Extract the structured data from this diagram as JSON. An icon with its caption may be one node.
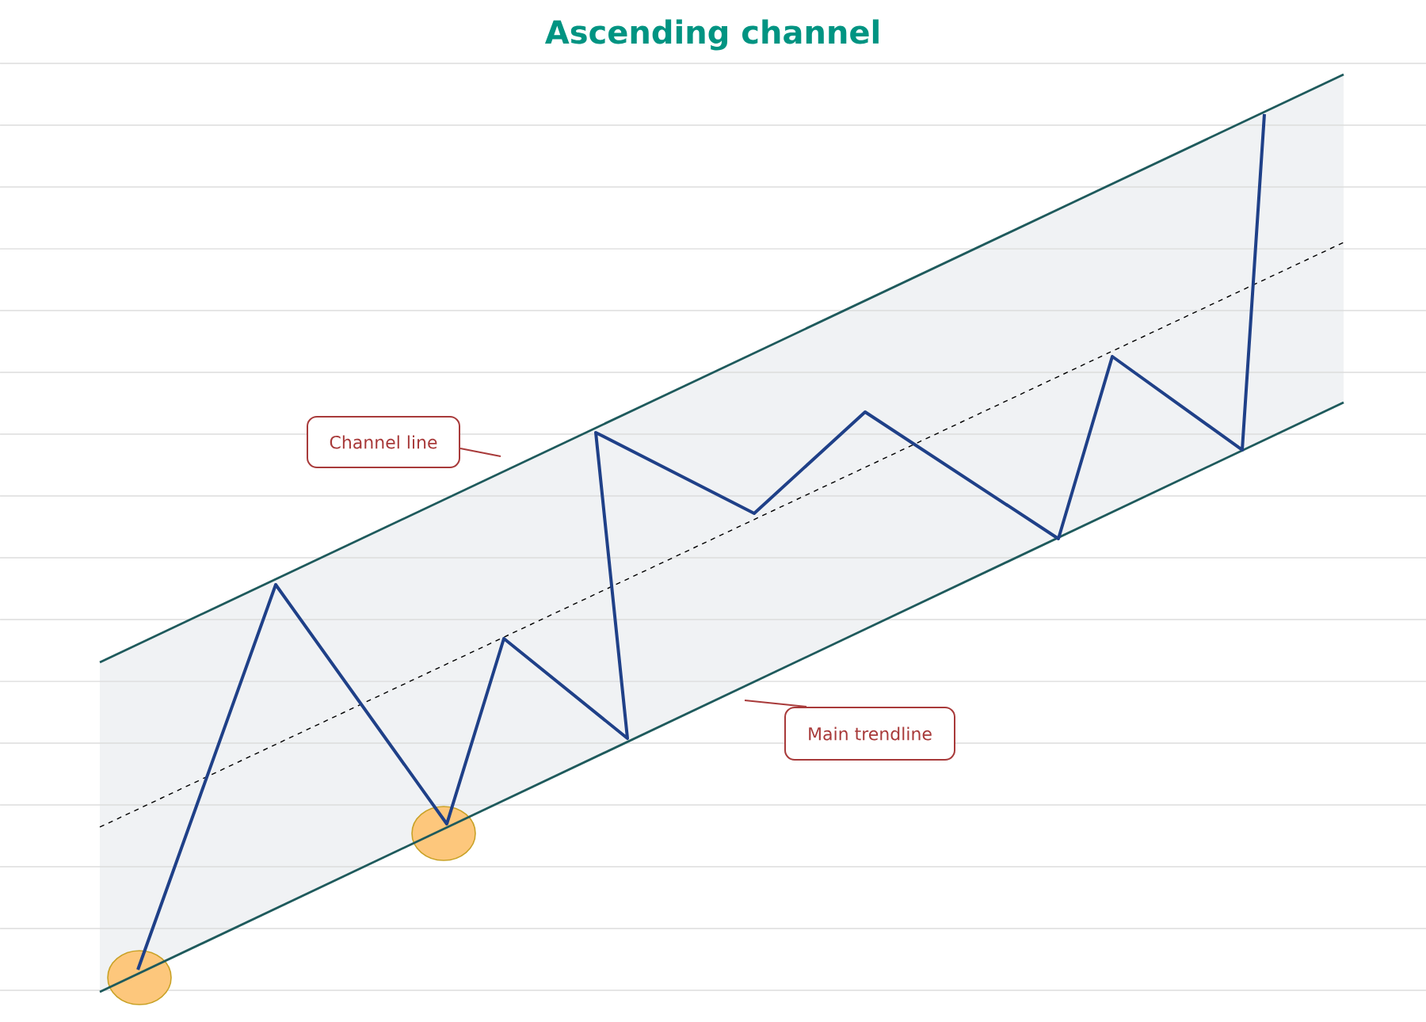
{
  "diagram": {
    "title": "Ascending channel",
    "nodes": [
      {
        "text": [
          "Channel line"
        ]
      },
      {
        "text": [
          "Main trendline"
        ]
      }
    ],
    "edges": [
      {
        "from": 0,
        "to": null,
        "arrow": "none"
      },
      {
        "from": 1,
        "to": null,
        "arrow": "none"
      }
    ]
  }
}
